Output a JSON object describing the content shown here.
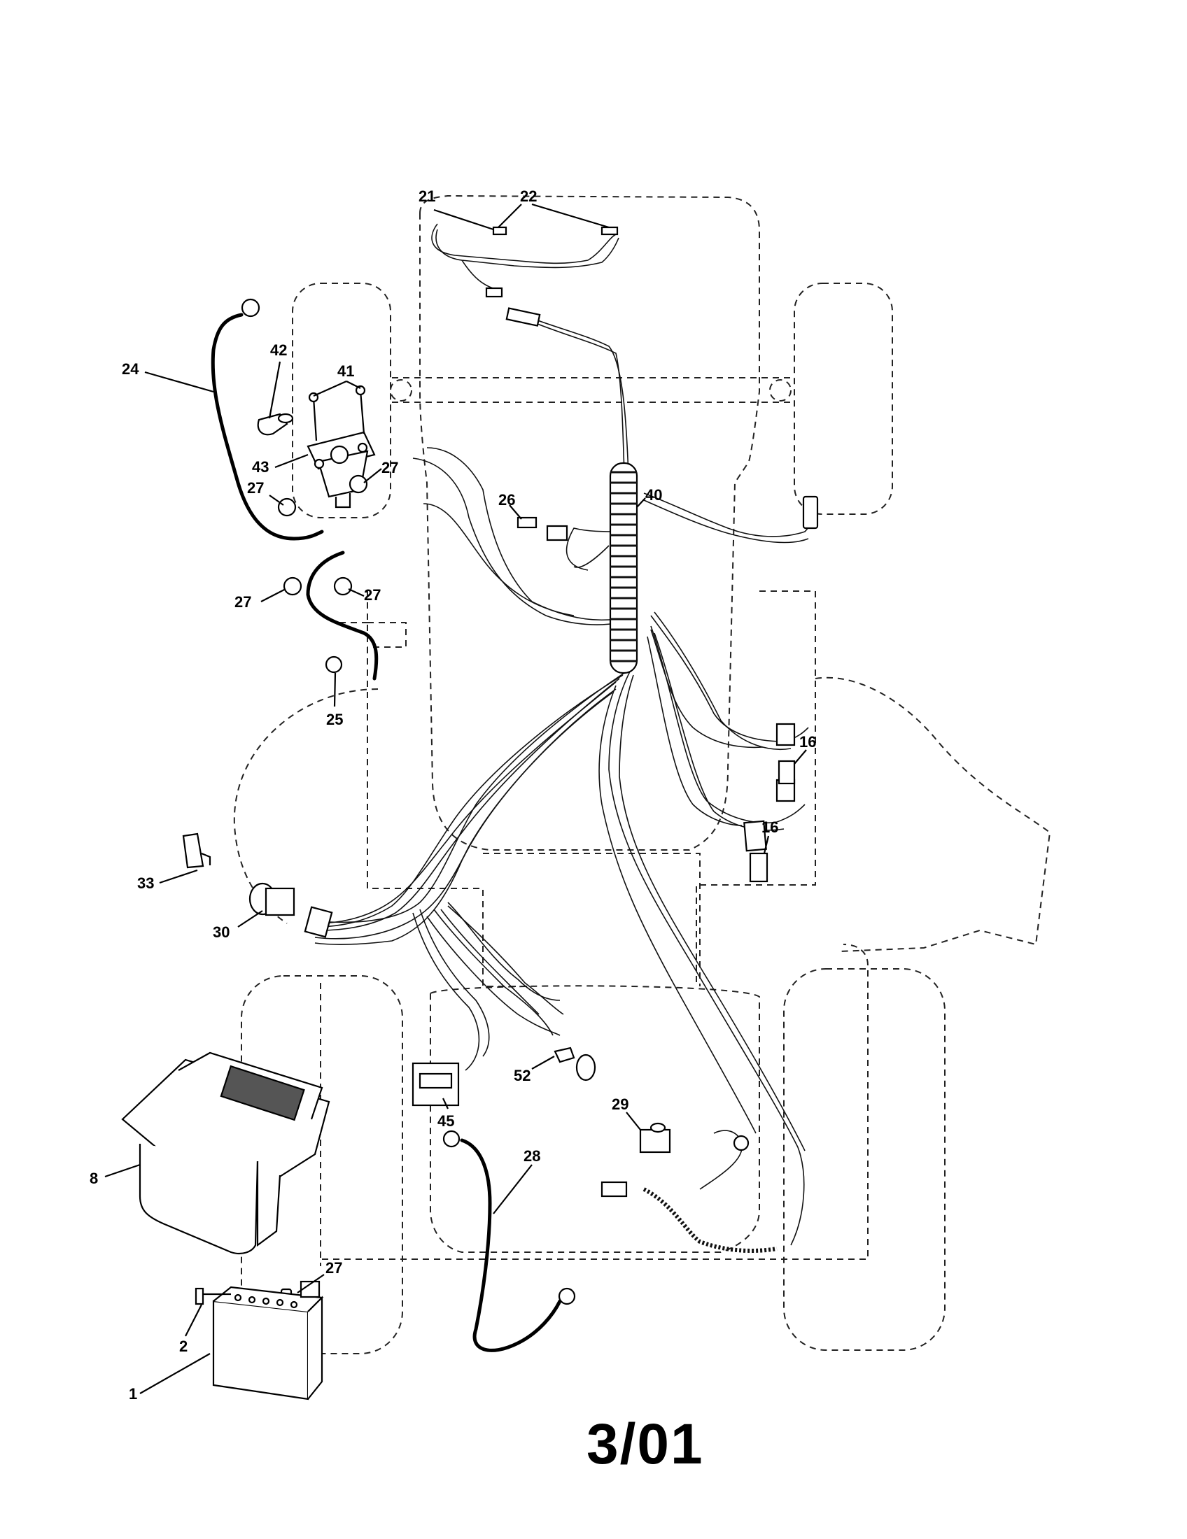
{
  "diagram": {
    "callouts": [
      {
        "id": "21",
        "label": "21"
      },
      {
        "id": "22",
        "label": "22"
      },
      {
        "id": "24",
        "label": "24"
      },
      {
        "id": "42",
        "label": "42"
      },
      {
        "id": "41",
        "label": "41"
      },
      {
        "id": "43",
        "label": "43"
      },
      {
        "id": "27a",
        "label": "27"
      },
      {
        "id": "27b",
        "label": "27"
      },
      {
        "id": "27c",
        "label": "27"
      },
      {
        "id": "27d",
        "label": "27"
      },
      {
        "id": "27e",
        "label": "27"
      },
      {
        "id": "26",
        "label": "26"
      },
      {
        "id": "40",
        "label": "40"
      },
      {
        "id": "25",
        "label": "25"
      },
      {
        "id": "16a",
        "label": "16"
      },
      {
        "id": "16b",
        "label": "16"
      },
      {
        "id": "33",
        "label": "33"
      },
      {
        "id": "30",
        "label": "30"
      },
      {
        "id": "8",
        "label": "8"
      },
      {
        "id": "52",
        "label": "52"
      },
      {
        "id": "45",
        "label": "45"
      },
      {
        "id": "29",
        "label": "29"
      },
      {
        "id": "28",
        "label": "28"
      },
      {
        "id": "2",
        "label": "2"
      },
      {
        "id": "1",
        "label": "1"
      }
    ],
    "footer_date": "3/01"
  }
}
